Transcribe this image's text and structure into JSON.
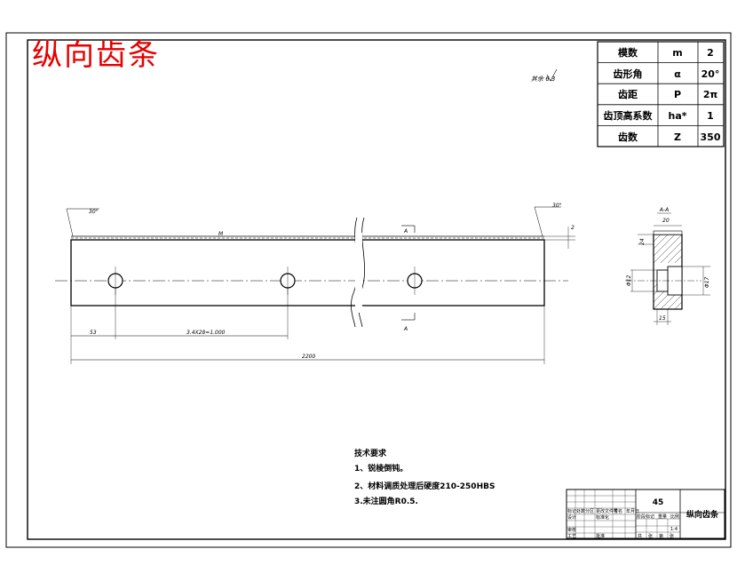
{
  "title": "纵向齿条",
  "params": {
    "rows": [
      {
        "name": "模数",
        "symbol": "m",
        "value": "2"
      },
      {
        "name": "齿形角",
        "symbol": "α",
        "value": "20°"
      },
      {
        "name": "齿距",
        "symbol": "P",
        "value": "2π"
      },
      {
        "name": "齿顶高系数",
        "symbol": "ha*",
        "value": "1"
      },
      {
        "name": "齿数",
        "symbol": "Z",
        "value": "350"
      }
    ]
  },
  "roughness_note": "其余 6.3",
  "dims": {
    "chamfer_left": "30°",
    "chamfer_right": "30°",
    "thread_note": "M",
    "offset_left": "53",
    "hole_pitch": "3.4X28=1.000",
    "total_length": "2200",
    "section_a_top": "A",
    "section_a_bottom": "A",
    "section_mark": "A-A",
    "sec_width": "20",
    "sec_d1": "Φ12",
    "sec_d2": "Φ17",
    "sec_bottom": "15",
    "sec_left": "24",
    "sec_right": "2"
  },
  "tech": {
    "heading": "技术要求",
    "items": [
      "1、锐棱倒钝。",
      "2、材料调质处理后硬度210-250HBS",
      "3.未注圆角R0.5."
    ]
  },
  "titleblock": {
    "material": "45",
    "name": "纵向齿条",
    "cells": [
      "标记",
      "处数",
      "分区",
      "更改文件号",
      "签名",
      "年月日",
      "设计",
      "标准化",
      "阶段标记",
      "重量",
      "比例",
      "审核",
      "工艺",
      "批准",
      "共",
      "张",
      "第",
      "张",
      "1:4"
    ]
  }
}
